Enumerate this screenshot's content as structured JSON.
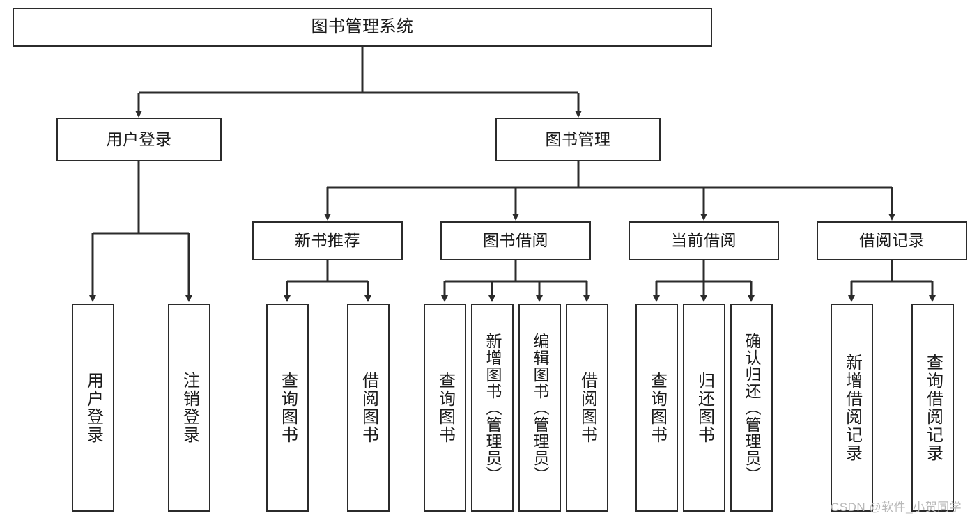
{
  "diagram": {
    "title": "图书管理系统",
    "type": "tree-hierarchy",
    "root": {
      "label": "图书管理系统"
    },
    "level2": [
      {
        "label": "用户登录"
      },
      {
        "label": "图书管理"
      }
    ],
    "level3": [
      {
        "label": "新书推荐"
      },
      {
        "label": "图书借阅"
      },
      {
        "label": "当前借阅"
      },
      {
        "label": "借阅记录"
      }
    ],
    "leaves_user_login": [
      {
        "label": "用户登录"
      },
      {
        "label": "注销登录"
      }
    ],
    "leaves_new_book": [
      {
        "label": "查询图书"
      },
      {
        "label": "借阅图书"
      }
    ],
    "leaves_borrow": [
      {
        "label": "查询图书"
      },
      {
        "label": "新增图书（管理员）"
      },
      {
        "label": "编辑图书（管理员）"
      },
      {
        "label": "借阅图书"
      }
    ],
    "leaves_current": [
      {
        "label": "查询图书"
      },
      {
        "label": "归还图书"
      },
      {
        "label": "确认归还（管理员）"
      }
    ],
    "leaves_records": [
      {
        "label": "新增借阅记录"
      },
      {
        "label": "查询借阅记录"
      }
    ]
  },
  "watermark": {
    "text": "CSDN @软件_小贺同学"
  },
  "colors": {
    "stroke": "#2b2b2b",
    "fill": "#ffffff",
    "text": "#1b1b1b",
    "watermark": "#b9b9b9"
  }
}
